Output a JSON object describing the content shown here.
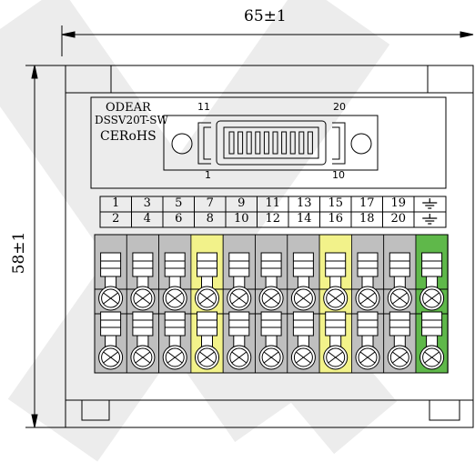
{
  "dimensions": {
    "width_label": "65±1",
    "height_label": "58±1"
  },
  "label": {
    "brand": "ODEAR",
    "model": "DSSV20T-SW",
    "certifications": "CERoHS"
  },
  "connector": {
    "pin_11": "11",
    "pin_20": "20",
    "pin_1": "1",
    "pin_10": "10"
  },
  "terminal_numbers": {
    "top_row": [
      "1",
      "3",
      "5",
      "7",
      "9",
      "11",
      "13",
      "15",
      "17",
      "19"
    ],
    "bottom_row": [
      "2",
      "4",
      "6",
      "8",
      "10",
      "12",
      "14",
      "16",
      "18",
      "20"
    ],
    "ground_symbol": "⏚"
  },
  "colors": {
    "line": "#000000",
    "terminal_gray": "#bfbfbf",
    "terminal_yellow": "#f2f28a",
    "terminal_green": "#5fb84a",
    "background_stripe": "#ececec"
  },
  "terminal_column_colors": [
    "gray",
    "gray",
    "gray",
    "yellow",
    "gray",
    "gray",
    "gray",
    "yellow",
    "gray",
    "gray",
    "green"
  ],
  "icons": {
    "ground": "ground-icon",
    "mounting_hole": "mounting-hole-icon",
    "screw": "screw-icon"
  }
}
